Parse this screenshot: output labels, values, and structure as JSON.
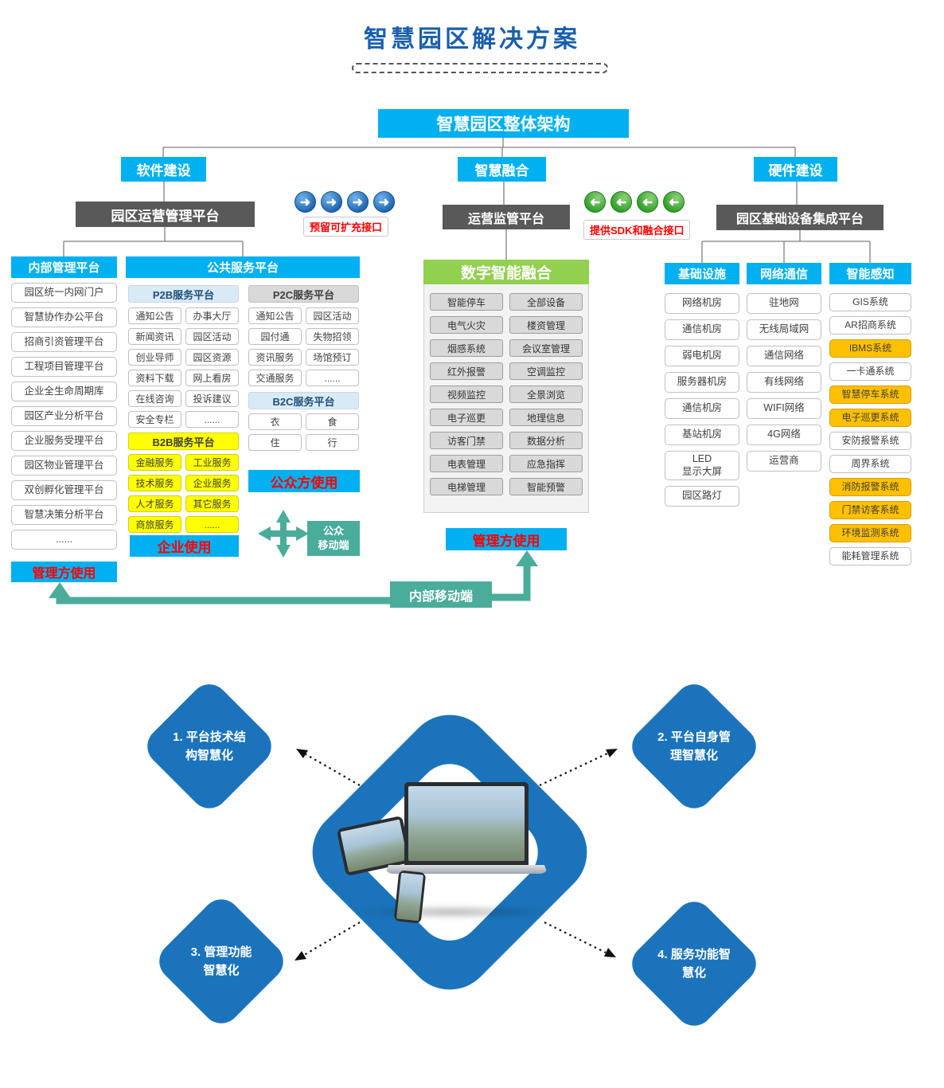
{
  "title": "智慧园区解决方案",
  "architecture": {
    "root": "智慧园区整体架构",
    "software": "软件建设",
    "fusion": "智慧融合",
    "hardware": "硬件建设",
    "operation_platform": "园区运营管理平台",
    "supervision_platform": "运营监管平台",
    "integration_platform": "园区基础设备集成平台",
    "expand_interface_label": "预留可扩充接口",
    "sdk_interface_label": "提供SDK和融合接口"
  },
  "internal_platform": {
    "title": "内部管理平台",
    "items": [
      "园区统一内网门户",
      "智慧协作办公平台",
      "招商引资管理平台",
      "工程项目管理平台",
      "企业全生命周期库",
      "园区产业分析平台",
      "企业服务受理平台",
      "园区物业管理平台",
      "双创孵化管理平台",
      "智慧决策分析平台",
      "......"
    ],
    "manager_use": "管理方使用"
  },
  "public_platform": {
    "title": "公共服务平台",
    "p2b": {
      "title": "P2B服务平台",
      "rows": [
        [
          "通知公告",
          "办事大厅"
        ],
        [
          "新闻资讯",
          "园区活动"
        ],
        [
          "创业导师",
          "园区资源"
        ],
        [
          "资料下载",
          "网上看房"
        ],
        [
          "在线咨询",
          "投诉建议"
        ],
        [
          "安全专栏",
          "......"
        ]
      ]
    },
    "b2b": {
      "title": "B2B服务平台",
      "rows": [
        [
          "金融服务",
          "工业服务"
        ],
        [
          "技术服务",
          "企业服务"
        ],
        [
          "人才服务",
          "其它服务"
        ],
        [
          "商旅服务",
          "......"
        ]
      ]
    },
    "p2c": {
      "title": "P2C服务平台",
      "rows": [
        [
          "通知公告",
          "园区活动"
        ],
        [
          "园付通",
          "失物招领"
        ],
        [
          "资讯服务",
          "场馆预订"
        ],
        [
          "交通服务",
          "......"
        ]
      ]
    },
    "b2c": {
      "title": "B2C服务平台",
      "rows": [
        [
          "衣",
          "食"
        ],
        [
          "住",
          "行"
        ]
      ]
    },
    "enterprise_use": "企业使用",
    "public_use": "公众方使用",
    "public_mobile": "公众\n移动端"
  },
  "fusion_panel": {
    "title": "数字智能融合",
    "rows": [
      [
        "智能停车",
        "全部设备"
      ],
      [
        "电气火灾",
        "楼资管理"
      ],
      [
        "烟感系统",
        "会议室管理"
      ],
      [
        "红外报警",
        "空调监控"
      ],
      [
        "视频监控",
        "全景浏览"
      ],
      [
        "电子巡更",
        "地理信息"
      ],
      [
        "访客门禁",
        "数据分析"
      ],
      [
        "电表管理",
        "应急指挥"
      ],
      [
        "电梯管理",
        "智能预警"
      ]
    ],
    "manager_use": "管理方使用"
  },
  "hardware_section": {
    "infrastructure": {
      "title": "基础设施",
      "items": [
        "网络机房",
        "通信机房",
        "弱电机房",
        "服务器机房",
        "通信机房",
        "基站机房",
        "LED\n显示大屏",
        "园区路灯"
      ]
    },
    "network": {
      "title": "网络通信",
      "items": [
        "驻地网",
        "无线局域网",
        "通信网络",
        "有线网络",
        "WIFI网络",
        "4G网络",
        "运营商"
      ]
    },
    "sensing": {
      "title": "智能感知",
      "items": [
        {
          "label": "GIS系统",
          "hl": false
        },
        {
          "label": "AR招商系统",
          "hl": false
        },
        {
          "label": "IBMS系统",
          "hl": true
        },
        {
          "label": "一卡通系统",
          "hl": false
        },
        {
          "label": "智慧停车系统",
          "hl": true
        },
        {
          "label": "电子巡更系统",
          "hl": true
        },
        {
          "label": "安防报警系统",
          "hl": false
        },
        {
          "label": "周界系统",
          "hl": false
        },
        {
          "label": "消防报警系统",
          "hl": true
        },
        {
          "label": "门禁访客系统",
          "hl": true
        },
        {
          "label": "环境监测系统",
          "hl": true
        },
        {
          "label": "能耗管理系统",
          "hl": false
        }
      ]
    }
  },
  "mobile": {
    "internal_mobile": "内部移动端"
  },
  "bottom_diagram": {
    "diamonds": [
      {
        "text": "1. 平台技术结\n构智慧化"
      },
      {
        "text": "2. 平台自身管\n理智慧化"
      },
      {
        "text": "3. 管理功能\n智慧化"
      },
      {
        "text": "4. 服务功能智\n慧化"
      }
    ]
  },
  "colors": {
    "cyan": "#00B0F0",
    "dark_gray": "#595959",
    "green": "#92D050",
    "yellow": "#FFFF00",
    "orange": "#FFC000",
    "teal": "#4AAC9B",
    "blue": "#1B74BB",
    "red": "#FF0000"
  }
}
